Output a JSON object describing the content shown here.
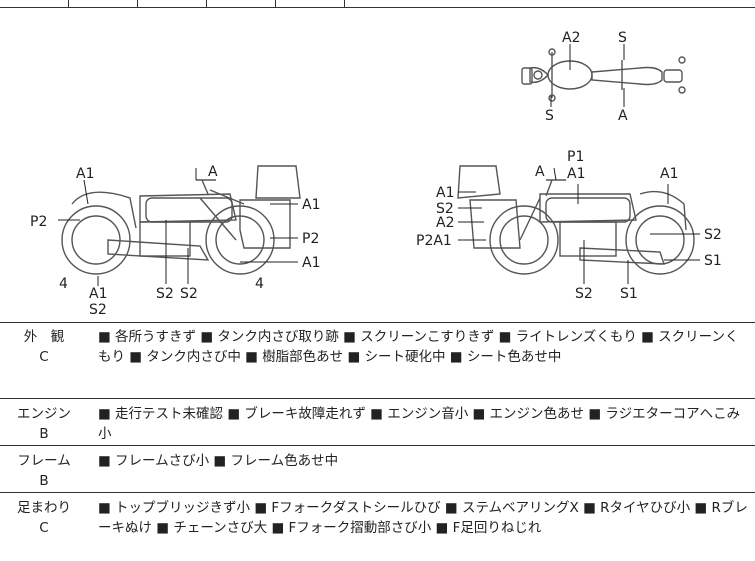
{
  "diagram": {
    "top_view": {
      "a2": "A2",
      "s_top": "S",
      "s_bottom": "S",
      "a_bottom": "A"
    },
    "left_view": {
      "a1_top": "A1",
      "a_handle": "A",
      "a1_right": "A1",
      "p2_left": "P2",
      "p2_right": "P2",
      "a1_lower": "A1",
      "num_left": "4",
      "num_right": "4",
      "a1_bottom": "A1",
      "s2_bottom": "S2",
      "s2_mid1": "S2",
      "s2_mid2": "S2"
    },
    "right_view": {
      "p1": "P1",
      "a_top": "A",
      "a1_top_mid": "A1",
      "a1_right": "A1",
      "a1_left": "A1",
      "s2_left": "S2",
      "a2_left": "A2",
      "p2a1": "P2A1",
      "s2_right": "S2",
      "s1_right": "S1",
      "s2_bottom": "S2",
      "s1_bottom": "S1"
    }
  },
  "rows": [
    {
      "name": "外　観",
      "grade": "C",
      "desc": "■ 各所うすきず ■ タンク内さび取り跡 ■ スクリーンこすりきず ■ ライトレンズくもり ■ スクリーンくもり ■ タンク内さび中 ■ 樹脂部色あせ ■ シート硬化中 ■ シート色あせ中"
    },
    {
      "name": "エンジン",
      "grade": "B",
      "desc": "■ 走行テスト未確認 ■ ブレーキ故障走れず ■ エンジン音小 ■ エンジン色あせ ■ ラジエターコアへこみ小"
    },
    {
      "name": "フレーム",
      "grade": "B",
      "desc": "■ フレームさび小 ■ フレーム色あせ中"
    },
    {
      "name": "足まわり",
      "grade": "C",
      "desc": "■ トップブリッジきず小 ■ Fフォークダストシールひび ■ ステムベアリングX ■ Rタイヤひび小 ■ Rブレーキぬけ ■ チェーンさび大 ■ Fフォーク摺動部さび小 ■ F足回りねじれ"
    }
  ]
}
